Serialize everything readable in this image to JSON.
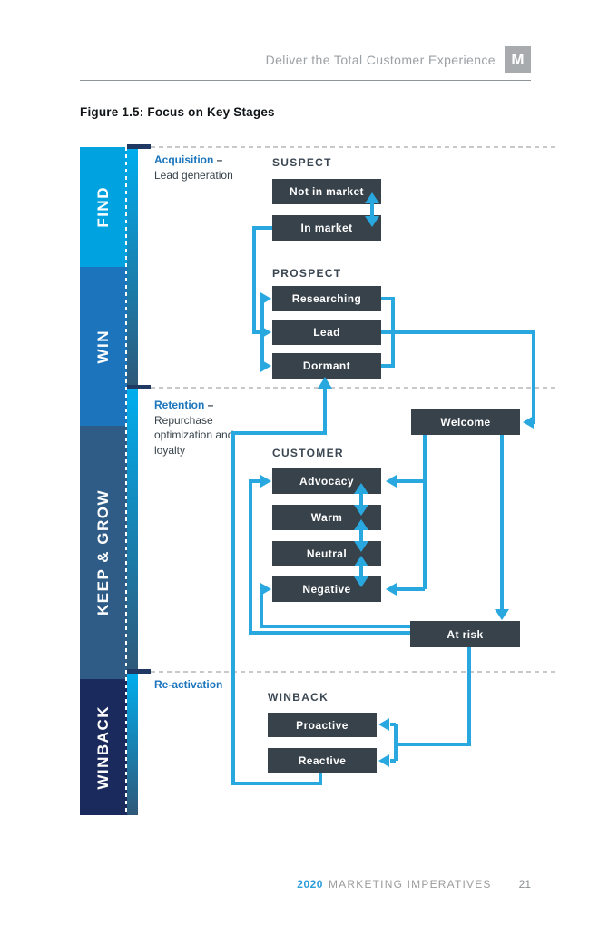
{
  "header": {
    "title": "Deliver the Total Customer Experience",
    "logo_letter": "M"
  },
  "figure_title": "Figure 1.5: Focus on Key Stages",
  "sidebar": {
    "stages": [
      {
        "label": "FIND"
      },
      {
        "label": "WIN"
      },
      {
        "label": "KEEP & GROW"
      },
      {
        "label": "WINBACK"
      }
    ]
  },
  "sections": [
    {
      "label": "Acquisition",
      "dash": " –",
      "description": "Lead generation"
    },
    {
      "label": "Retention",
      "dash": " –",
      "description": "Repurchase optimization and loyalty"
    },
    {
      "label": "Re-activation",
      "dash": "",
      "description": ""
    }
  ],
  "groups": [
    {
      "title": "SUSPECT",
      "boxes": [
        "Not in market",
        "In market"
      ]
    },
    {
      "title": "PROSPECT",
      "boxes": [
        "Researching",
        "Lead",
        "Dormant"
      ]
    },
    {
      "title": "CUSTOMER",
      "boxes": [
        "Advocacy",
        "Warm",
        "Neutral",
        "Negative"
      ]
    },
    {
      "title": "WINBACK",
      "boxes": [
        "Proactive",
        "Reactive"
      ]
    }
  ],
  "floating_boxes": [
    "Welcome",
    "At risk"
  ],
  "footer": {
    "year": "2020",
    "title": "MARKETING IMPERATIVES",
    "page_number": "21"
  },
  "colors": {
    "arrow_blue": "#29A8E0",
    "node_background": "#38424B",
    "stage_find": "#00A3E0",
    "stage_win": "#1C75BC",
    "stage_keep_grow": "#2E5C86",
    "stage_winback": "#1B2A5C",
    "section_label_blue": "#1C75BC",
    "header_gray": "#9BA0A4",
    "tick_navy": "#1F3864"
  }
}
